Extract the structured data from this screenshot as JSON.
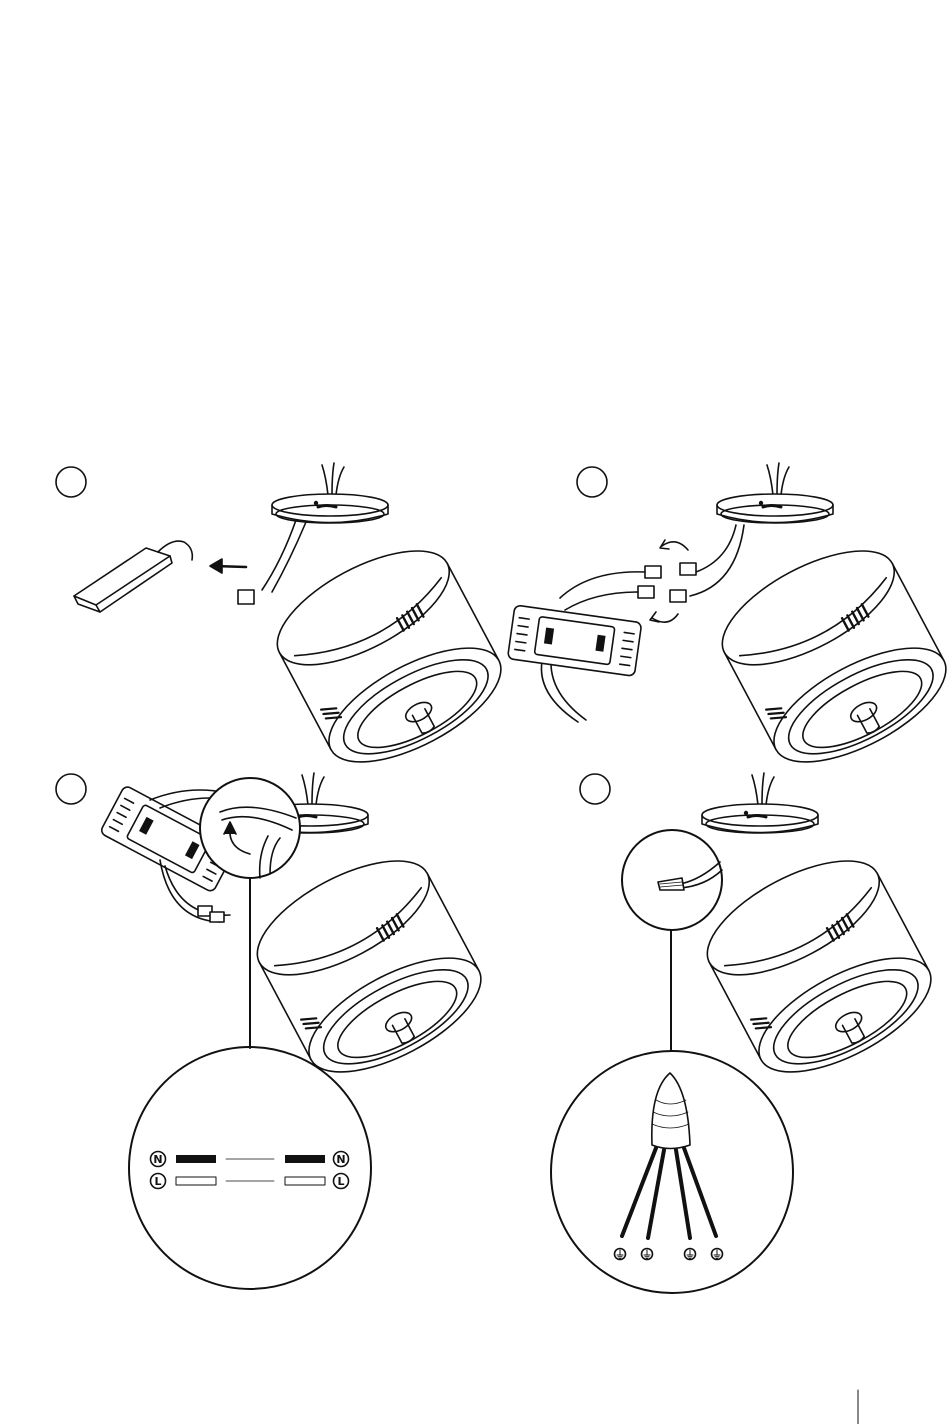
{
  "labels": {
    "neutral": "N",
    "live": "L"
  },
  "colors": {
    "ink": "#111111",
    "paper": "#ffffff"
  },
  "icons": {
    "ground": "ground-symbol",
    "arrow": "arrow-icon",
    "rotate": "rotate-arrow-icon"
  }
}
